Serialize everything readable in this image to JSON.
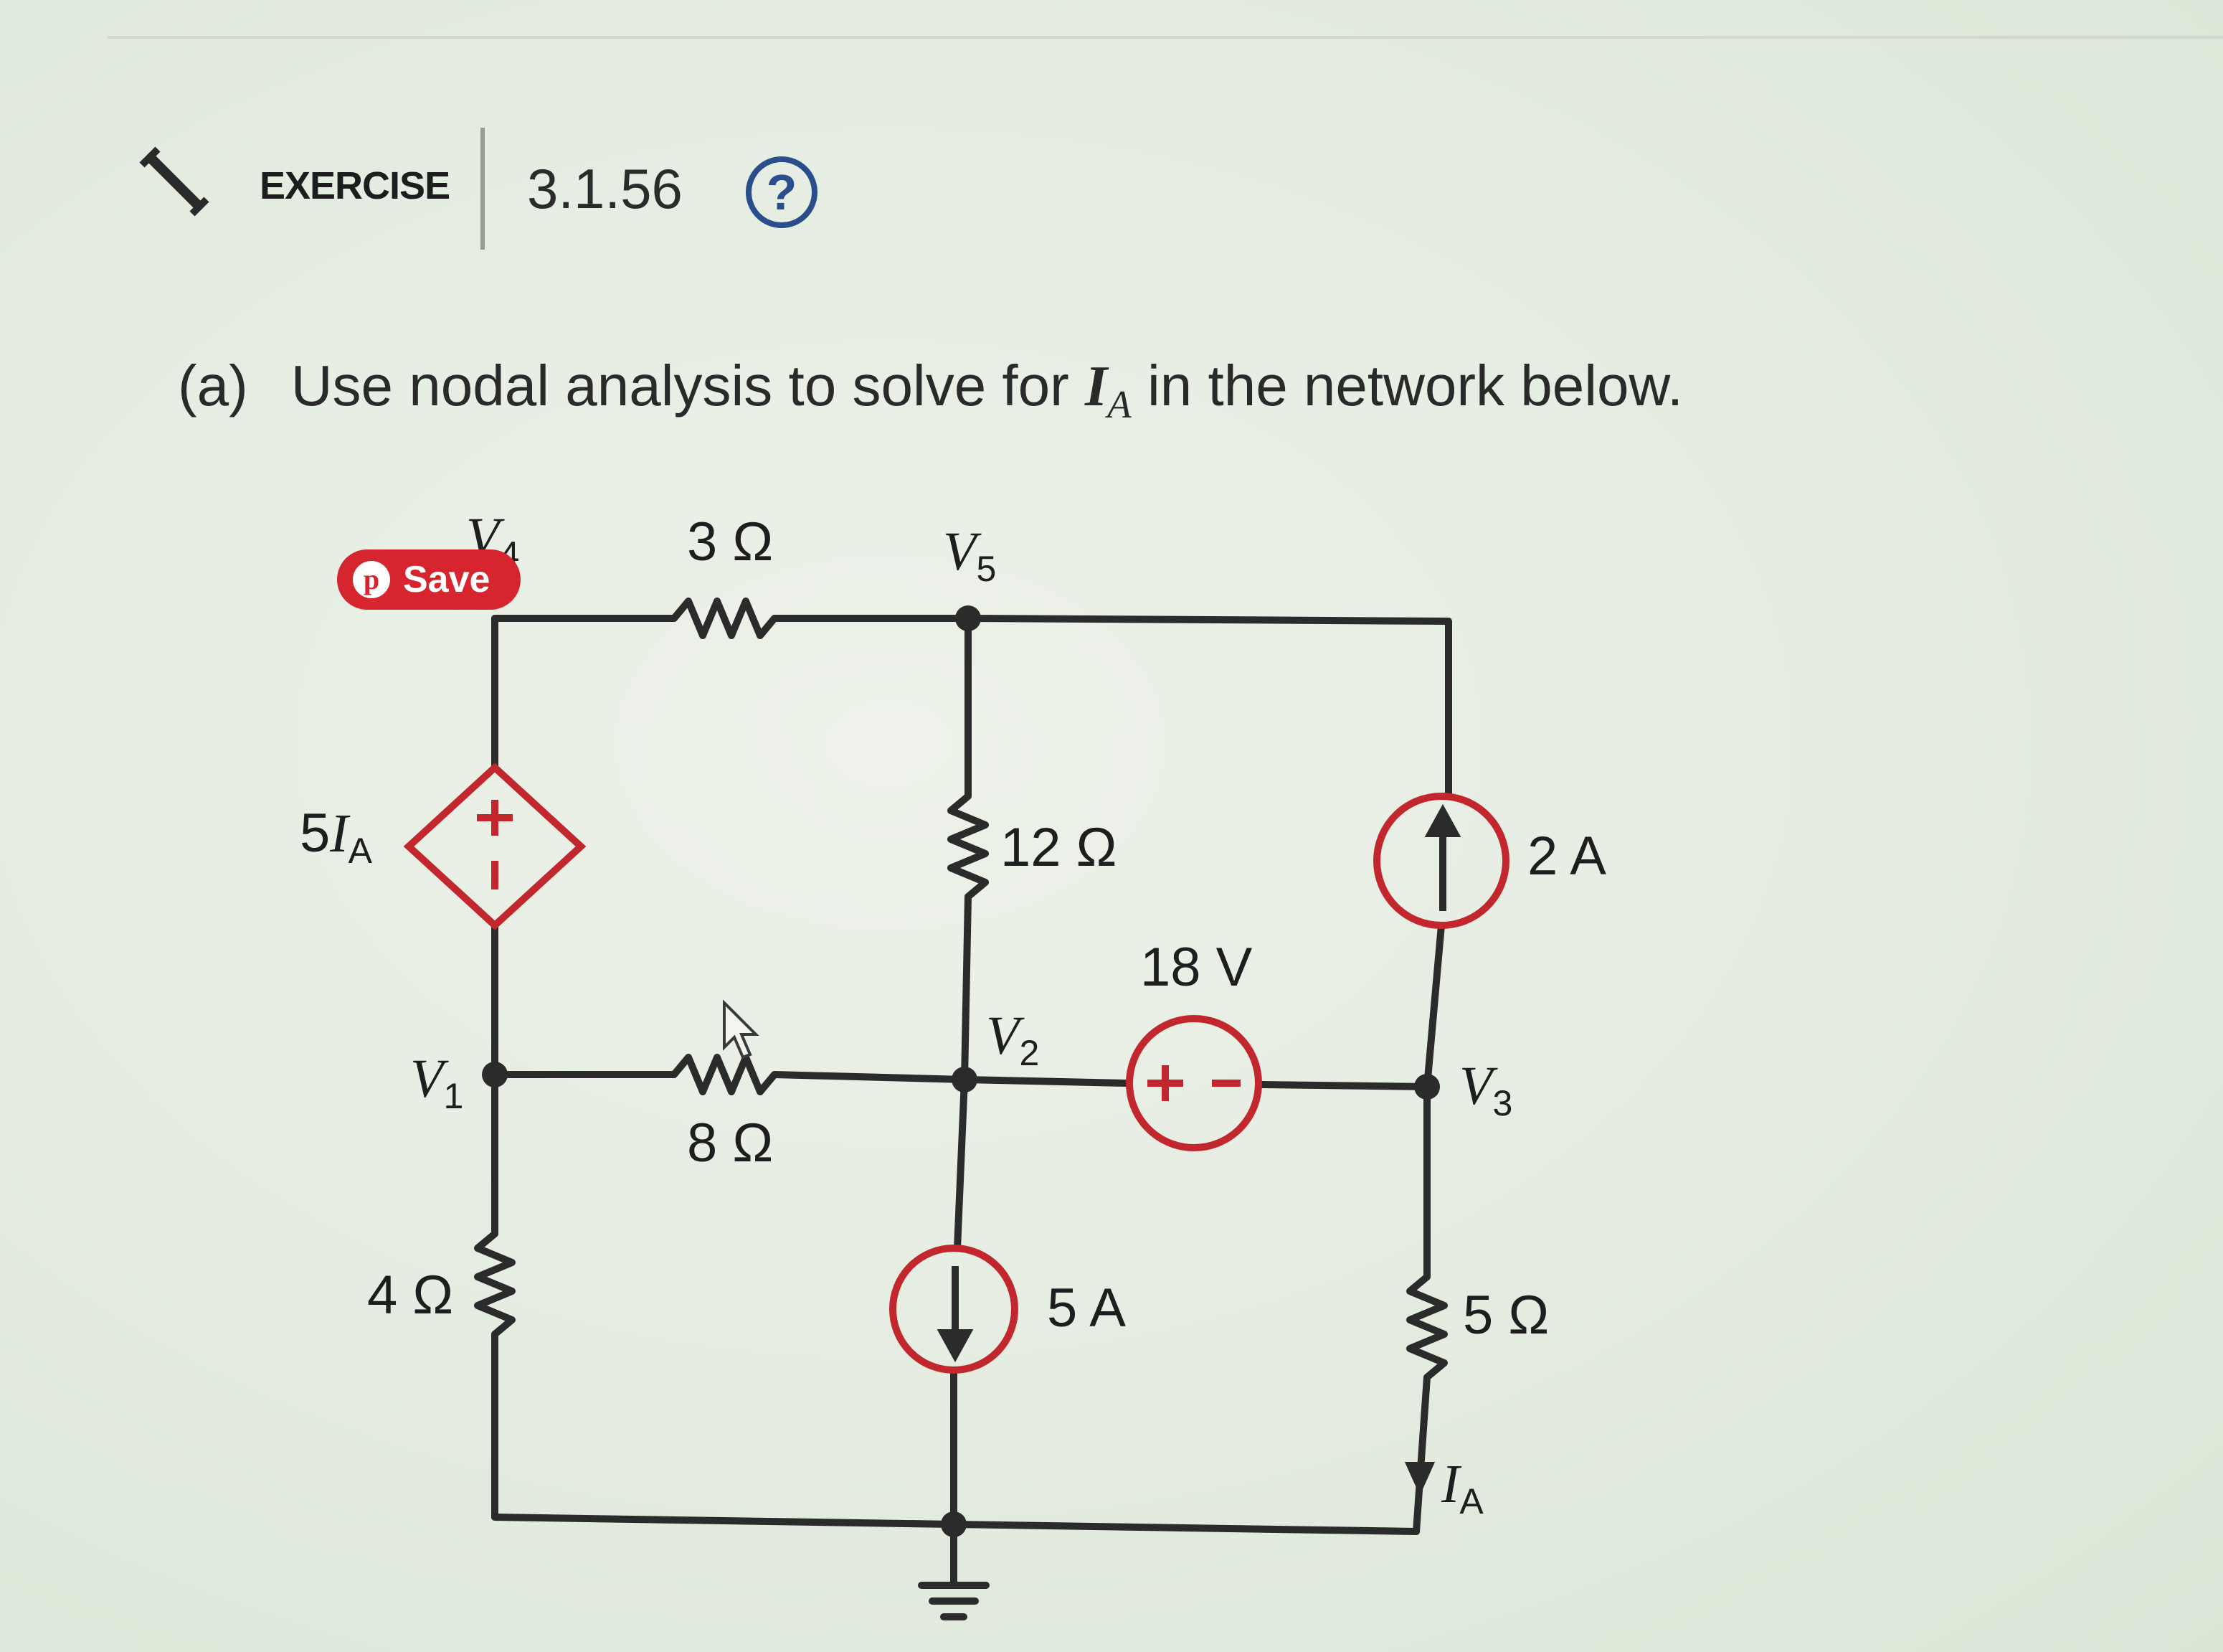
{
  "header": {
    "exercise_label": "EXERCISE",
    "exercise_number": "3.1.56",
    "help_symbol": "?"
  },
  "question": {
    "part": "(a)",
    "text_before": "Use nodal analysis to solve for",
    "variable": "I",
    "variable_sub": "A",
    "text_after": "in the network below."
  },
  "save_button": {
    "label": "Save",
    "icon": "pinterest-icon"
  },
  "circuit": {
    "node_labels": {
      "v4": "V",
      "v4_sub": "4",
      "v5": "V",
      "v5_sub": "5",
      "v1": "V",
      "v1_sub": "1",
      "v2": "V",
      "v2_sub": "2",
      "v3": "V",
      "v3_sub": "3"
    },
    "resistor_3": "3 Ω",
    "resistor_12": "12 Ω",
    "resistor_8": "8 Ω",
    "resistor_4": "4 Ω",
    "resistor_5": "5 Ω",
    "dependent_source": {
      "coef": "5",
      "var": "I",
      "sub": "A"
    },
    "voltage_source": "18 V",
    "current_source_2": "2 A",
    "current_source_5": "5 A",
    "ia_label": {
      "var": "I",
      "sub": "A"
    },
    "element_color": "#c1272d",
    "wire_color": "#2b2b2b"
  }
}
